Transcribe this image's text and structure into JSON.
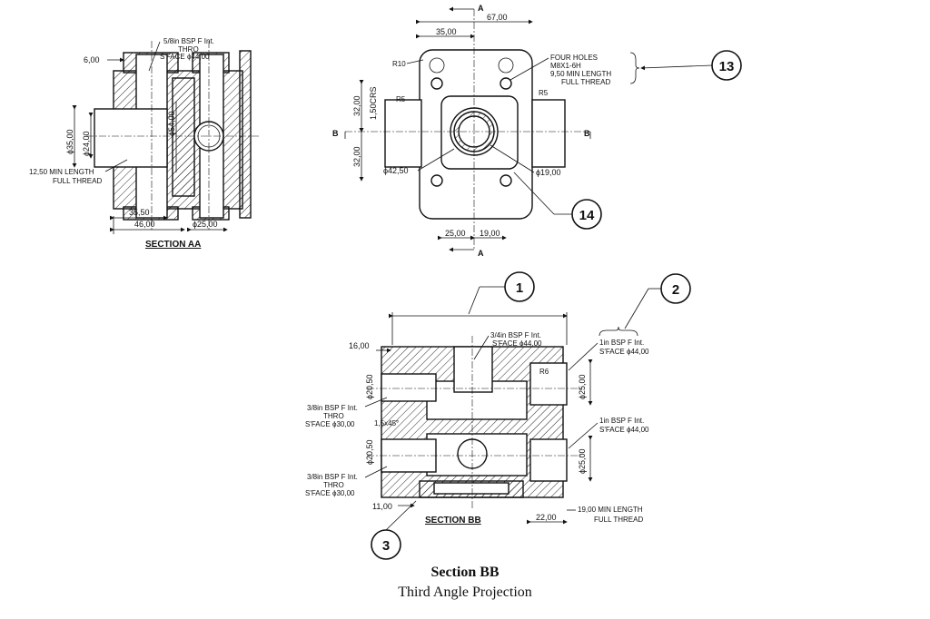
{
  "section_aa": {
    "title": "SECTION AA",
    "dims": {
      "d600": "6,00",
      "d3550": "35,50",
      "d4600": "46,00",
      "dia2500": "ϕ25,00",
      "dia3500": "ϕ35,00",
      "dia2400": "ϕ24,00",
      "dia5400": "ϕ54,00"
    },
    "thread_note_top": [
      "5/8in BSP F Int.",
      "THRO",
      "S'FACE ϕ44,00"
    ],
    "thread_note_left": [
      "12,50 MIN LENGTH",
      "FULL THREAD"
    ]
  },
  "top_view": {
    "dims": {
      "d6700": "67,00",
      "d3500": "35,00",
      "r10": "R10",
      "r5a": "R5",
      "r5b": "R5",
      "d3200a": "32,00",
      "d3200b": "32,00",
      "crs": "1,50CRS",
      "dia4250": "ϕ42,50",
      "dia1900": "ϕ19,00",
      "d2500": "25,00",
      "d1900": "19,00"
    },
    "holes_note": [
      "FOUR HOLES",
      "M8X1-6H",
      "9,50 MIN LENGTH",
      "FULL THREAD"
    ],
    "section_letters": {
      "a_top": "A",
      "a_bottom": "A",
      "b_left": "B",
      "b_right": "B"
    }
  },
  "section_bb": {
    "title": "SECTION BB",
    "dims": {
      "d1600": "16,00",
      "dia2050a": "ϕ20,50",
      "dia2050b": "ϕ20,50",
      "chamfer": "1,5x45°",
      "r6": "R6",
      "dia2500a": "ϕ25,00",
      "dia2500b": "ϕ25,00",
      "d1100": "11,00",
      "d2200": "22,00"
    },
    "note_top": [
      "3/4in BSP F Int.",
      "S'FACE ϕ44,00"
    ],
    "note_right_top": [
      "1in BSP F Int.",
      "S'FACE ϕ44,00"
    ],
    "note_right_mid": [
      "1in BSP F Int.",
      "S'FACE ϕ44,00"
    ],
    "note_left_top": [
      "3/8in BSP F Int.",
      "THRO",
      "S'FACE ϕ30,00"
    ],
    "note_left_bottom": [
      "3/8in BSP F Int.",
      "THRO",
      "S'FACE ϕ30,00"
    ],
    "note_thread_len": [
      "19,00 MIN LENGTH",
      "FULL THREAD"
    ]
  },
  "balloons": {
    "b1": "1",
    "b2": "2",
    "b3": "3",
    "b13": "13",
    "b14": "14"
  },
  "caption": {
    "title": "Section BB",
    "subtitle": "Third Angle Projection"
  }
}
